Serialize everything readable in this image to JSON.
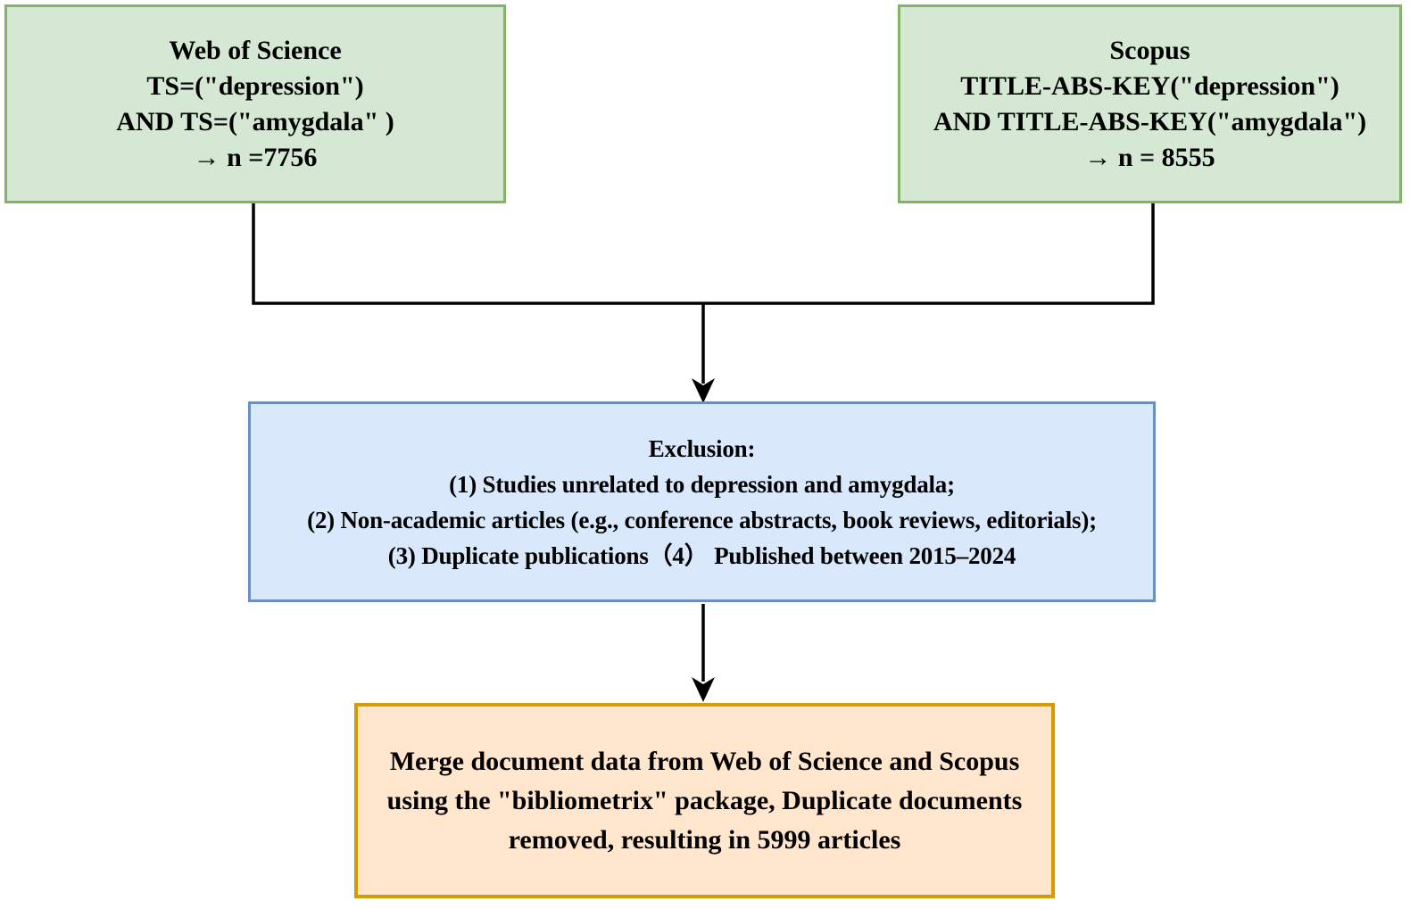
{
  "colors": {
    "database_box_fill": "#d5e8d4",
    "database_box_stroke": "#82b366",
    "exclusion_box_fill": "#dae8fc",
    "exclusion_box_stroke": "#6c8ebf",
    "merge_box_fill": "#ffe6cc",
    "merge_box_stroke": "#d79b00",
    "connector": "#000000",
    "text": "#000000"
  },
  "boxes": {
    "web_of_science": {
      "lines": [
        "Web of Science",
        "TS=(\"depression\")",
        "AND TS=(\"amygdala\" )",
        "→ n =7756"
      ]
    },
    "scopus": {
      "lines": [
        "Scopus",
        "TITLE-ABS-KEY(\"depression\")",
        "AND TITLE-ABS-KEY(\"amygdala\")",
        "→ n = 8555"
      ]
    },
    "exclusion": {
      "lines": [
        "Exclusion:",
        "(1) Studies unrelated to depression and amygdala;",
        "(2) Non-academic articles (e.g., conference abstracts, book reviews, editorials);",
        "(3) Duplicate publications（4） Published between 2015–2024"
      ]
    },
    "merge": {
      "lines": [
        "Merge document data from Web of Science and Scopus",
        "using the \"bibliometrix\" package, Duplicate documents",
        "removed, resulting in 5999 articles"
      ]
    }
  }
}
